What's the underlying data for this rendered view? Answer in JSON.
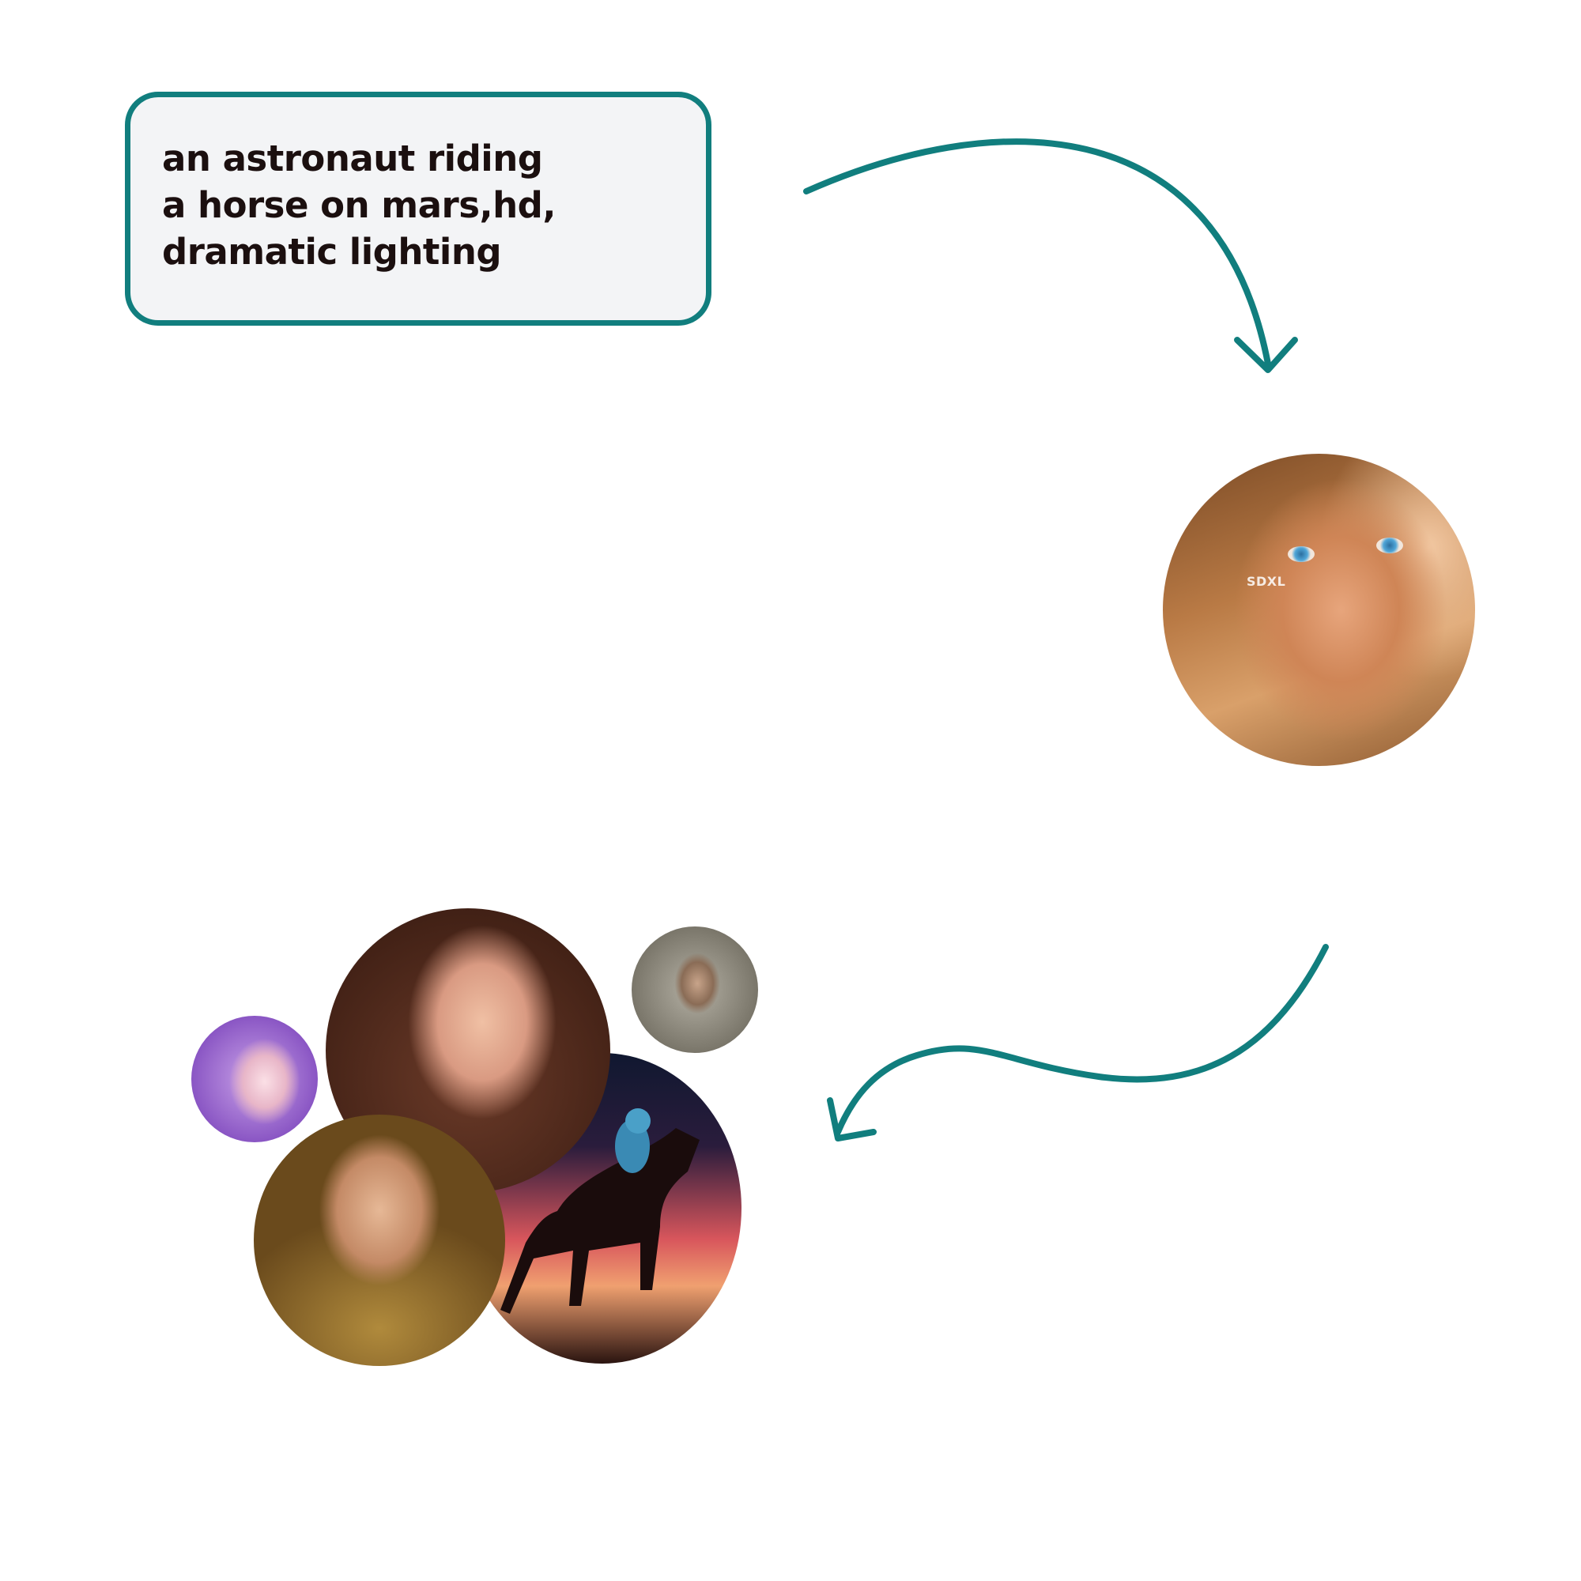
{
  "prompt": {
    "text": "an astronaut riding a horse on mars,hd, dramatic lighting"
  },
  "model_output": {
    "watermark": "SDXL"
  },
  "colors": {
    "accent": "#117e7e",
    "prompt_background": "#f3f4f6",
    "prompt_text": "#1b0f0f"
  },
  "gallery": {
    "images": [
      "portrait-woman-pink-earrings",
      "astronaut-riding-horse",
      "ornate-golden-woman",
      "anime-purple-hair-girl",
      "steampunk-woman"
    ]
  }
}
